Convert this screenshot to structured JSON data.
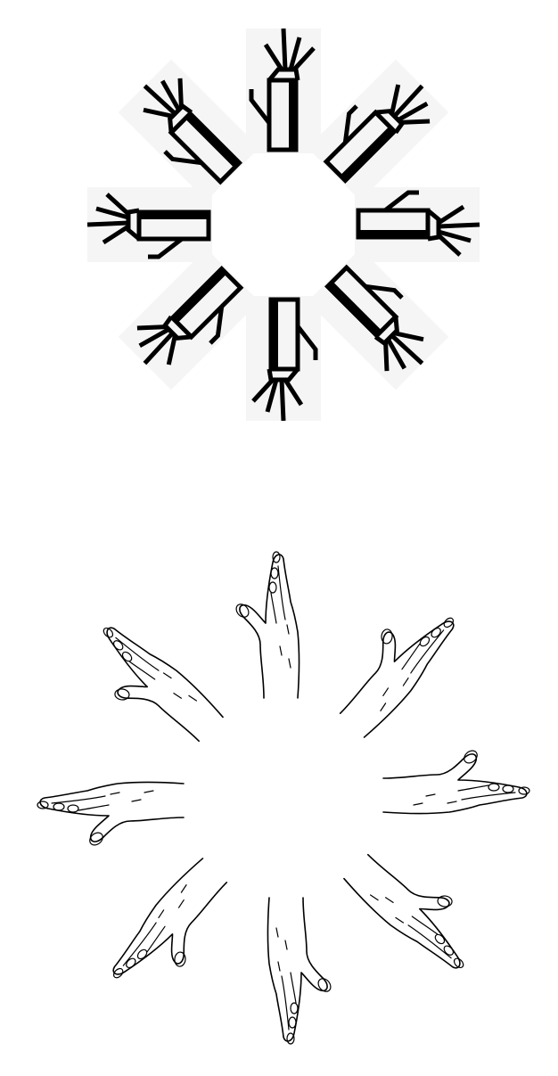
{
  "colors": {
    "ink": "#000000",
    "tile": "#f5f5f5",
    "background": "#ffffff"
  },
  "symbol_ring": {
    "count": 8,
    "items": [
      {
        "icon": "block-hand-symbol",
        "rotation_deg": 0
      },
      {
        "icon": "block-hand-symbol",
        "rotation_deg": 45
      },
      {
        "icon": "block-hand-symbol",
        "rotation_deg": 90
      },
      {
        "icon": "block-hand-symbol",
        "rotation_deg": 135
      },
      {
        "icon": "block-hand-symbol",
        "rotation_deg": 180
      },
      {
        "icon": "block-hand-symbol",
        "rotation_deg": 225
      },
      {
        "icon": "block-hand-symbol",
        "rotation_deg": 270
      },
      {
        "icon": "block-hand-symbol",
        "rotation_deg": 315
      }
    ]
  },
  "hand_ring": {
    "count": 8,
    "items": [
      {
        "icon": "hand-drawing",
        "rotation_deg": 0
      },
      {
        "icon": "hand-drawing",
        "rotation_deg": 45
      },
      {
        "icon": "hand-drawing",
        "rotation_deg": 90
      },
      {
        "icon": "hand-drawing",
        "rotation_deg": 135
      },
      {
        "icon": "hand-drawing",
        "rotation_deg": 180
      },
      {
        "icon": "hand-drawing",
        "rotation_deg": 225
      },
      {
        "icon": "hand-drawing",
        "rotation_deg": 270
      },
      {
        "icon": "hand-drawing",
        "rotation_deg": 315
      }
    ]
  }
}
